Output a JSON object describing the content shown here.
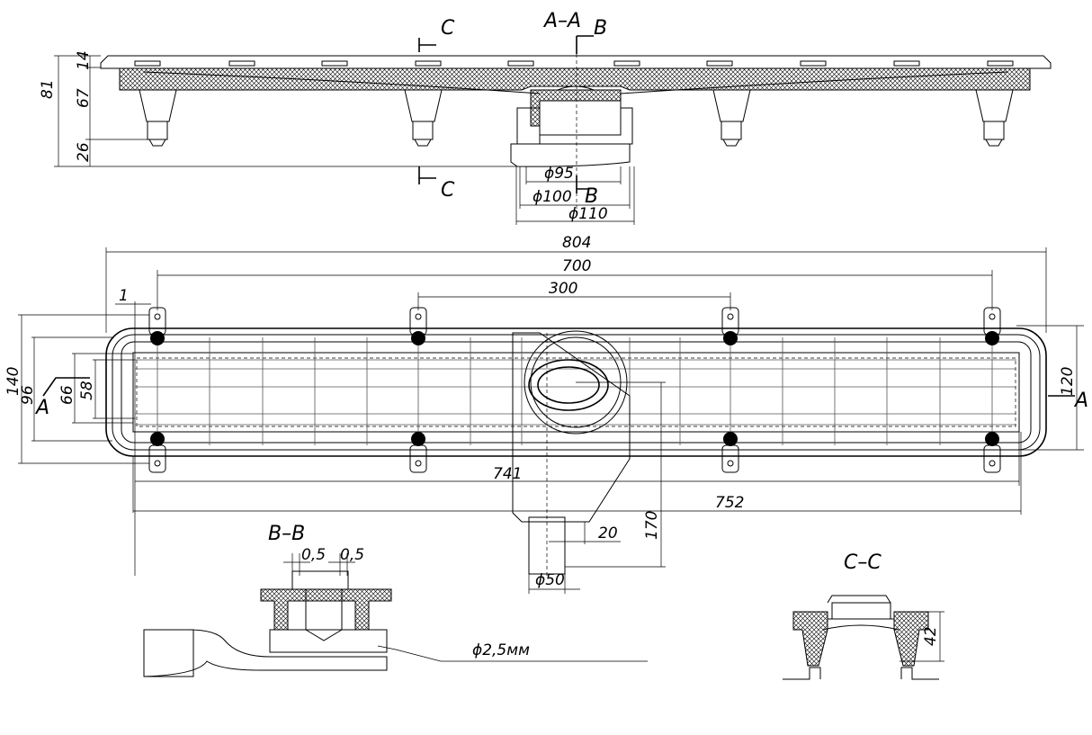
{
  "section_aa": {
    "title": "A–A",
    "marker_b_top": "B",
    "marker_b_bottom": "B",
    "marker_c_top": "C",
    "marker_c_bottom": "C",
    "dims": {
      "total_height": "81",
      "top": "14",
      "middle": "67",
      "bottom": "26",
      "d95": "ϕ95",
      "d100": "ϕ100",
      "d110": "ϕ110"
    }
  },
  "plan_view": {
    "length_804": "804",
    "length_700": "700",
    "length_300": "300",
    "gap_1": "1",
    "width_140": "140",
    "width_96": "96",
    "width_66": "66",
    "width_58": "58",
    "width_120": "120",
    "length_741": "741",
    "length_752": "752",
    "offset_20": "20",
    "depth_170": "170",
    "outlet_d50": "ϕ50",
    "marker_a_left": "A",
    "marker_a_right": "A"
  },
  "section_bb": {
    "title": "B–B",
    "gap_left": "0,5",
    "gap_right": "0,5",
    "wire": "ϕ2,5мм"
  },
  "section_cc": {
    "title": "C–C",
    "height_42": "42"
  }
}
